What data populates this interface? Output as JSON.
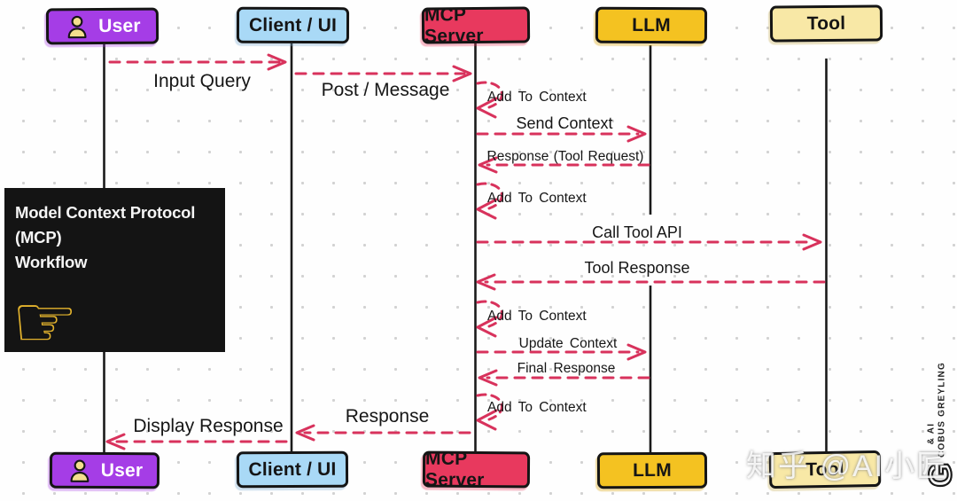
{
  "annotation": {
    "line1": "Model Context Protocol",
    "line2": "(MCP)",
    "line3": "Workflow",
    "icon": "pointing-right-hand-icon",
    "icon_color": "#e3b32d"
  },
  "actors": [
    {
      "id": "user",
      "label": "User",
      "color": "#a53de6",
      "text_color": "#ffffff",
      "icon": "user-person-icon"
    },
    {
      "id": "client",
      "label": "Client / UI",
      "color": "#a9d9f6",
      "text_color": "#151515"
    },
    {
      "id": "mcp",
      "label": "MCP Server",
      "color": "#e8395e",
      "text_color": "#151515"
    },
    {
      "id": "llm",
      "label": "LLM",
      "color": "#f4c221",
      "text_color": "#151515"
    },
    {
      "id": "tool",
      "label": "Tool",
      "color": "#f8e8a6",
      "text_color": "#151515"
    }
  ],
  "messages": [
    {
      "label": "Input Query",
      "from": "User",
      "to": "Client / UI",
      "kind": "dashed-arrow"
    },
    {
      "label": "Post / Message",
      "from": "Client / UI",
      "to": "MCP Server",
      "kind": "dashed-arrow"
    },
    {
      "label": "Add To Context",
      "from": "MCP Server",
      "to": "MCP Server",
      "kind": "self-loop"
    },
    {
      "label": "Send Context",
      "from": "MCP Server",
      "to": "LLM",
      "kind": "dashed-arrow"
    },
    {
      "label": "Response (Tool Request)",
      "from": "LLM",
      "to": "MCP Server",
      "kind": "dashed-arrow"
    },
    {
      "label": "Add To Context",
      "from": "MCP Server",
      "to": "MCP Server",
      "kind": "self-loop"
    },
    {
      "label": "Call Tool API",
      "from": "MCP Server",
      "to": "Tool",
      "kind": "dashed-arrow"
    },
    {
      "label": "Tool Response",
      "from": "Tool",
      "to": "MCP Server",
      "kind": "dashed-arrow"
    },
    {
      "label": "Add To Context",
      "from": "MCP Server",
      "to": "MCP Server",
      "kind": "self-loop"
    },
    {
      "label": "Update Context",
      "from": "MCP Server",
      "to": "LLM",
      "kind": "dashed-arrow"
    },
    {
      "label": "Final Response",
      "from": "LLM",
      "to": "MCP Server",
      "kind": "dashed-arrow"
    },
    {
      "label": "Add To Context",
      "from": "MCP Server",
      "to": "MCP Server",
      "kind": "self-loop"
    },
    {
      "label": "Response",
      "from": "MCP Server",
      "to": "Client / UI",
      "kind": "dashed-arrow"
    },
    {
      "label": "Display Response",
      "from": "Client / UI",
      "to": "User",
      "kind": "dashed-arrow"
    }
  ],
  "watermark": {
    "text": "知乎 @AI小匠"
  },
  "branding": {
    "line1": "COBUS GREYLING",
    "line2": "& AI",
    "logo_letter": "G"
  },
  "colors": {
    "arrow": "#d8325c",
    "lifeline": "#1a1a1a",
    "annotation_bg": "#141414",
    "background": "#fefefe"
  }
}
